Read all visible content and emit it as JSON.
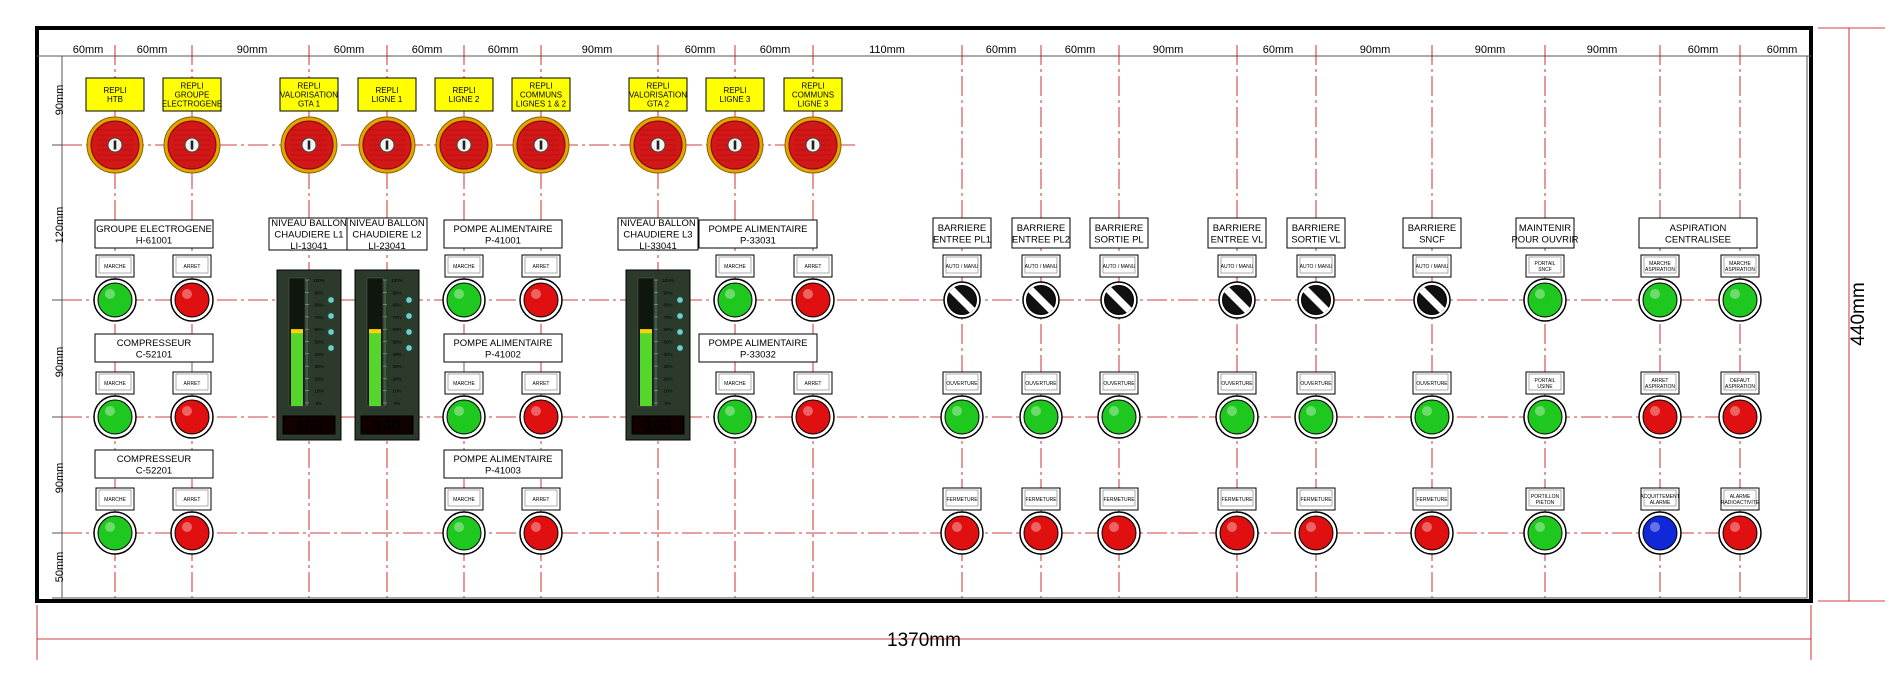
{
  "dimensions": {
    "width": "1370mm",
    "height": "440mm",
    "top": [
      "60mm",
      "60mm",
      "90mm",
      "60mm",
      "60mm",
      "60mm",
      "90mm",
      "60mm",
      "60mm",
      "110mm",
      "60mm",
      "60mm",
      "90mm",
      "60mm",
      "90mm",
      "90mm",
      "90mm",
      "60mm",
      "60mm"
    ],
    "left": [
      "90mm",
      "120mm",
      "90mm",
      "90mm",
      "50mm"
    ]
  },
  "repli": [
    [
      "REPLI",
      "HTB"
    ],
    [
      "REPLI",
      "GROUPE",
      "ELECTROGENE"
    ],
    [
      "REPLI",
      "VALORISATION",
      "GTA 1"
    ],
    [
      "REPLI",
      "LIGNE 1"
    ],
    [
      "REPLI",
      "LIGNE 2"
    ],
    [
      "REPLI",
      "COMMUNS",
      "LIGNES 1 & 2"
    ],
    [
      "REPLI",
      "VALORISATION",
      "GTA 2"
    ],
    [
      "REPLI",
      "LIGNE 3"
    ],
    [
      "REPLI",
      "COMMUNS",
      "LIGNE 3"
    ]
  ],
  "groups": [
    [
      "GROUPE ELECTROGENE",
      "H-61001"
    ],
    [
      "COMPRESSEUR",
      "C-52101"
    ],
    [
      "COMPRESSEUR",
      "C-52201"
    ],
    [
      "NIVEAU BALLON",
      "CHAUDIERE L1",
      "LI-13041"
    ],
    [
      "NIVEAU BALLON",
      "CHAUDIERE L2",
      "LI-23041"
    ],
    [
      "POMPE ALIMENTAIRE",
      "P-41001"
    ],
    [
      "POMPE ALIMENTAIRE",
      "P-41002"
    ],
    [
      "POMPE ALIMENTAIRE",
      "P-41003"
    ],
    [
      "NIVEAU BALLON",
      "CHAUDIERE L3",
      "LI-33041"
    ],
    [
      "POMPE ALIMENTAIRE",
      "P-33031"
    ],
    [
      "POMPE ALIMENTAIRE",
      "P-33032"
    ],
    [
      "BARRIERE",
      "ENTREE PL1"
    ],
    [
      "BARRIERE",
      "ENTREE PL2"
    ],
    [
      "BARRIERE",
      "SORTIE PL"
    ],
    [
      "BARRIERE",
      "ENTREE VL"
    ],
    [
      "BARRIERE",
      "SORTIE VL"
    ],
    [
      "BARRIERE",
      "SNCF"
    ],
    [
      "MAINTENIR",
      "POUR OUVRIR"
    ],
    [
      "ASPIRATION",
      "CENTRALISEE"
    ]
  ],
  "labels": {
    "marche": "MARCHE",
    "arret": "ARRET",
    "auto_manu": "AUTO / MANU",
    "ouverture": "OUVERTURE",
    "fermeture": "FERMETURE",
    "portail_sncf": [
      "PORTAIL",
      "SNCF"
    ],
    "portail_usine": [
      "PORTAIL",
      "USINE"
    ],
    "portillon_pieton": [
      "PORTILLON",
      "PIETON"
    ],
    "marche_aspiration": [
      "MARCHE",
      "ASPIRATION"
    ],
    "arret_aspiration": [
      "ARRET",
      "ASPIRATION"
    ],
    "defaut_aspiration": [
      "DEFAUT",
      "ASPIRATION"
    ],
    "acquittement_alarme": [
      "ACQUITTEMENT",
      "ALARME"
    ],
    "alarme_radioactivite": [
      "ALARME",
      "RADIOACTIVITE"
    ]
  },
  "meter": {
    "reading": "100",
    "scale": [
      "100%",
      "90%",
      "80%",
      "70%",
      "60%",
      "50%",
      "40%",
      "30%",
      "20%",
      "10%",
      "0%"
    ],
    "fill_fraction": 0.6
  },
  "colors": {
    "green": "#1ec81e",
    "red": "#e01010",
    "blue": "#1028d8",
    "yellow": "#ffff00",
    "axis": "#c00000",
    "frame": "#000000"
  }
}
